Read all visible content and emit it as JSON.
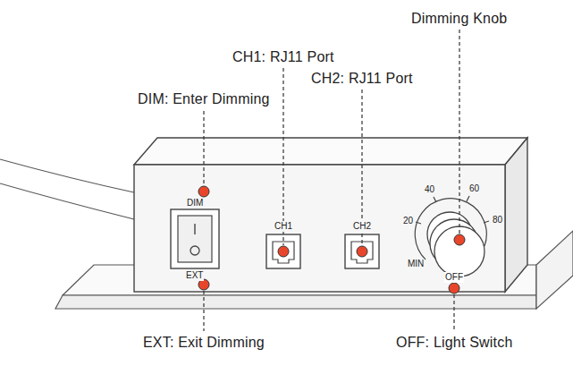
{
  "diagram": {
    "labels": [
      "DIM: Enter Dimming",
      "CH1: RJ11 Port",
      "CH2: RJ11 Port",
      "Dimming Knob",
      "EXT: Exit Dimming",
      "OFF: Light Switch",
      "DIM",
      "EXT",
      "CH1",
      "CH2",
      "20",
      "40",
      "60",
      "80",
      "MIN",
      "OFF"
    ]
  }
}
